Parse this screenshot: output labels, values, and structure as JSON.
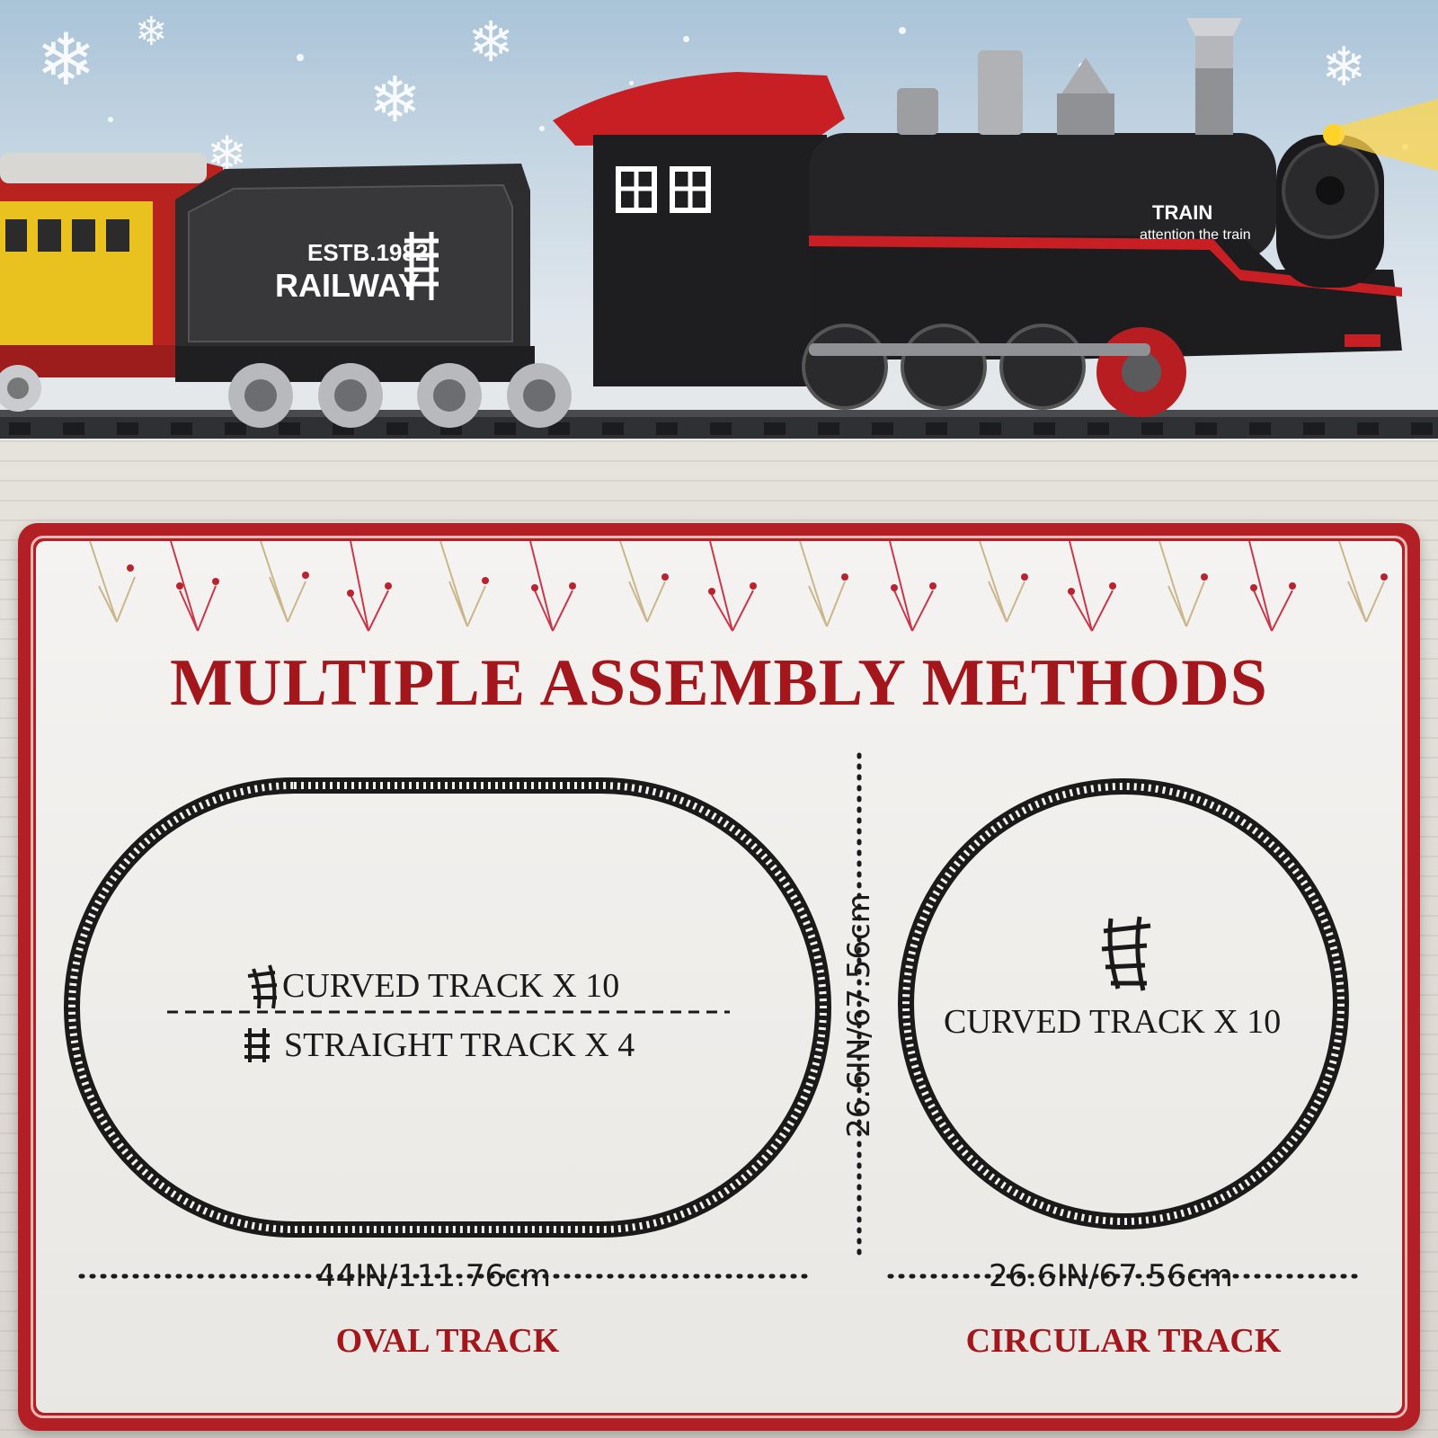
{
  "colors": {
    "accent_red": "#a3161b",
    "frame_red": "#b21f24",
    "track_black": "#1a1a1a"
  },
  "train": {
    "tender_text_line1": "ESTB.1982",
    "tender_text_line2": "RAILWAY",
    "engine_badge_line1": "TRAIN",
    "engine_badge_line2": "attention the train"
  },
  "panel": {
    "title": "MULTIPLE ASSEMBLY METHODS",
    "oval": {
      "curved_label": "CURVED TRACK X 10",
      "straight_label": "STRAIGHT TRACK X 4",
      "width_dim": "44IN/111.76cm",
      "height_dim": "26.6IN/67.56cm",
      "caption": "OVAL TRACK"
    },
    "circle": {
      "curved_label": "CURVED TRACK X 10",
      "width_dim": "26.6IN/67.56cm",
      "caption": "CIRCULAR TRACK"
    }
  },
  "icons": [
    "snowflake-icon",
    "curved-track-icon",
    "straight-track-icon",
    "headlight-icon"
  ]
}
